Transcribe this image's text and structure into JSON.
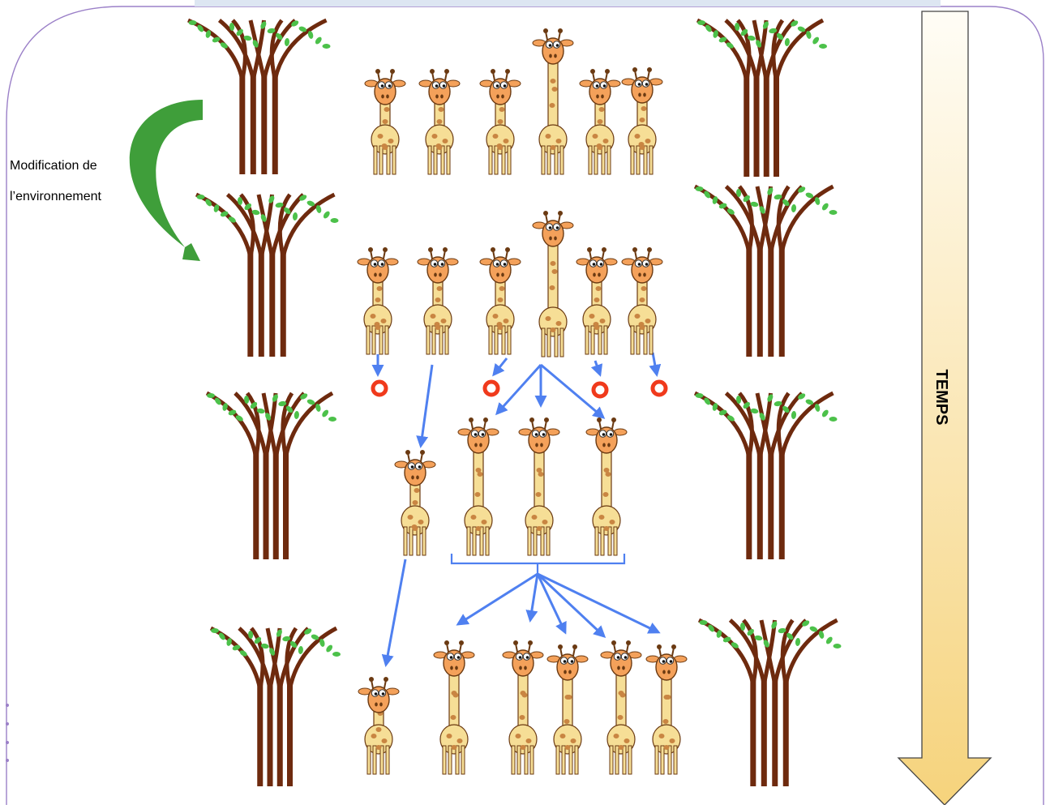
{
  "annotations": {
    "env_change_line1": "Modification de",
    "env_change_line2": "l’environnement",
    "time_label": "TEMPS"
  },
  "colors": {
    "border": "#9b80c8",
    "trunk": "#6e2a0e",
    "leaf": "#4cc14a",
    "giraffe_body": "#f6de96",
    "giraffe_face": "#f4a15a",
    "giraffe_spot": "#c98542",
    "arrow_blue": "#4f80f0",
    "death_marker": "#f03a1c",
    "env_arrow": "#3f9e3a",
    "time_arrow_top": "#fffdf6",
    "time_arrow_bottom": "#f6d37c"
  },
  "icons": {
    "tree": "acacia-tree-icon",
    "giraffe": "giraffe-icon",
    "death": "red-circle-icon"
  }
}
